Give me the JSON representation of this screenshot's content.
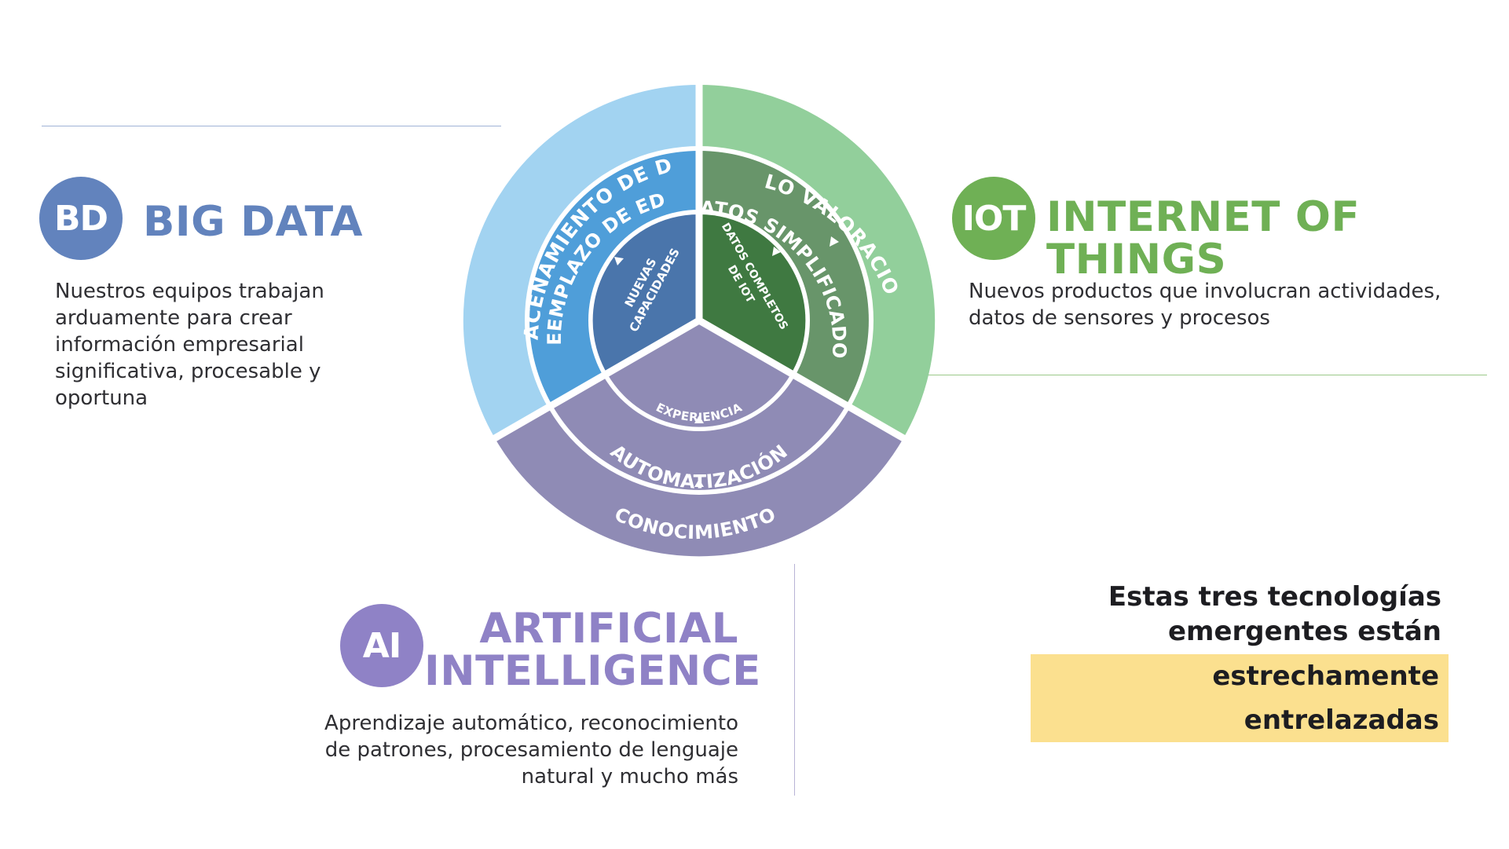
{
  "colors": {
    "big_data": "#6283bd",
    "iot": "#6fb055",
    "ai": "#8f82c6",
    "highlight": "#fbe08f"
  },
  "big_data": {
    "badge": "BD",
    "title": "BIG DATA",
    "description": "Nuestros equipos trabajan arduamente para crear información empresarial significativa, procesable y oportuna"
  },
  "iot": {
    "badge": "IOT",
    "title": "INTERNET OF THINGS",
    "description": "Nuevos productos que involucran actividades, datos de sensores y procesos"
  },
  "ai": {
    "badge": "AI",
    "title_line1": "ARTIFICIAL",
    "title_line2": "INTELLIGENCE",
    "description": "Aprendizaje automático, reconocimiento de patrones, procesamiento de lenguaje natural y mucho más"
  },
  "tagline": {
    "line1": "Estas tres tecnologías",
    "line2": "emergentes están",
    "highlight": "estrechamente entrelazadas"
  },
  "diagram": {
    "segments": [
      {
        "id": "bd-outer",
        "label": "ALMACENAMIENTO DE DATOS",
        "color": "#a2d3f1"
      },
      {
        "id": "bd-middle",
        "label": "REEMPLAZO DE EDW",
        "color": "#4f9ed9"
      },
      {
        "id": "bd-inner",
        "label_line1": "NUEVAS",
        "label_line2": "CAPACIDADES",
        "color": "#4a75ab"
      },
      {
        "id": "iot-outer",
        "label": "SOLO VALORACIONES",
        "color": "#92cf9b"
      },
      {
        "id": "iot-middle",
        "label": "DATOS SIMPLIFICADOS",
        "color": "#68956a"
      },
      {
        "id": "iot-inner",
        "label_line1": "DATOS COMPLETOS",
        "label_line2": "DE IOT",
        "color": "#3f7941"
      },
      {
        "id": "ai-outer",
        "label": "CONOCIMIENTO",
        "color": "#8f8bb5"
      },
      {
        "id": "ai-middle",
        "label": "AUTOMATIZACIÓN",
        "color": "#8f8bb5"
      },
      {
        "id": "ai-inner",
        "label": "EXPERIENCIA",
        "color": "#8f8bb5"
      }
    ]
  }
}
